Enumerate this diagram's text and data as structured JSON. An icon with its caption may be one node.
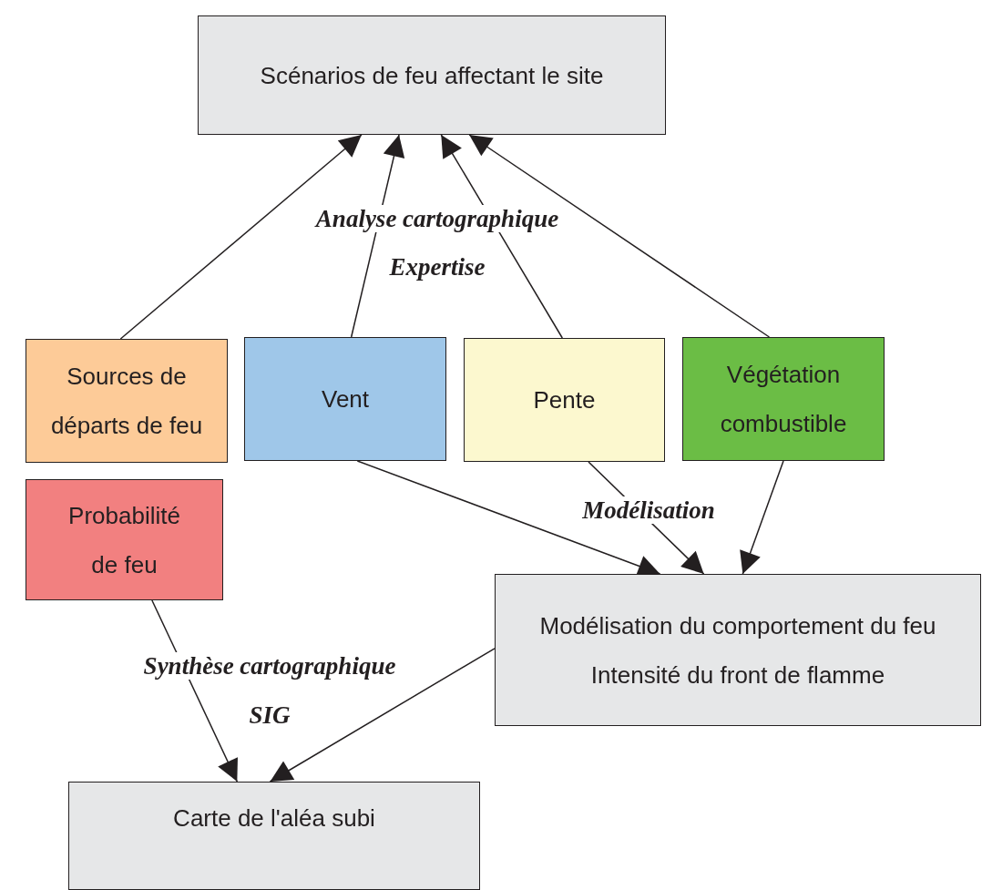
{
  "diagram": {
    "nodes": [
      {
        "text": [
          "Scénarios de feu affectant le site"
        ]
      },
      {
        "text": [
          "Sources de départs de feu"
        ]
      },
      {
        "text": [
          "Vent"
        ]
      },
      {
        "text": [
          "Pente"
        ]
      },
      {
        "text": [
          "Végétation combustible"
        ]
      },
      {
        "text": [
          "Probabilité de feu"
        ]
      },
      {
        "text": [
          "Modélisation du comportement du feu",
          "Intensité du front de flamme"
        ]
      },
      {
        "text": [
          "Carte de l'aléa subi"
        ]
      }
    ],
    "edges": [
      {
        "from": 1,
        "to": 0,
        "arrow": "to"
      },
      {
        "from": 2,
        "to": 0,
        "arrow": "to"
      },
      {
        "from": 3,
        "to": 0,
        "arrow": "to"
      },
      {
        "from": 4,
        "to": 0,
        "arrow": "to"
      },
      {
        "from": 2,
        "to": 6,
        "arrow": "to"
      },
      {
        "from": 3,
        "to": 6,
        "arrow": "to"
      },
      {
        "from": 4,
        "to": 6,
        "arrow": "to"
      },
      {
        "from": 5,
        "to": 7,
        "arrow": "to"
      },
      {
        "from": 6,
        "to": 7,
        "arrow": "to"
      }
    ],
    "labels": [
      "Analyse cartographique",
      "Expertise",
      "Modélisation",
      "Synthèse cartographique",
      "SIG"
    ]
  }
}
